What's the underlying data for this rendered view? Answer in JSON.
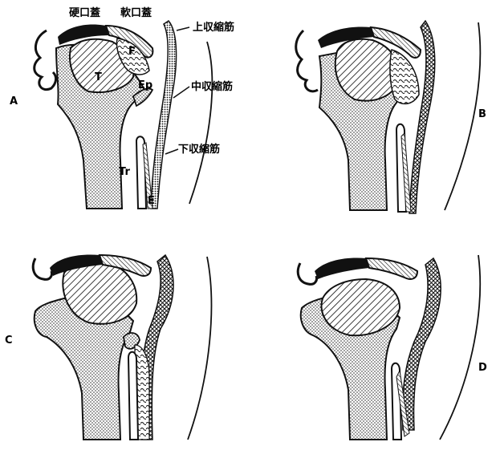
{
  "panels": {
    "a": {
      "letter": "A"
    },
    "b": {
      "letter": "B"
    },
    "c": {
      "letter": "C"
    },
    "d": {
      "letter": "D"
    }
  },
  "labels": {
    "hard_palate": "硬口蓋",
    "soft_palate": "軟口蓋",
    "superior_constrictor": "上収縮筋",
    "middle_constrictor": "中収縮筋",
    "inferior_constrictor": "下収縮筋",
    "tongue": "T",
    "fold": "F",
    "epiglottis": "Ep",
    "trachea": "Tr",
    "esophagus": "E"
  },
  "colors": {
    "ink": "#111111",
    "paper": "#ffffff"
  }
}
